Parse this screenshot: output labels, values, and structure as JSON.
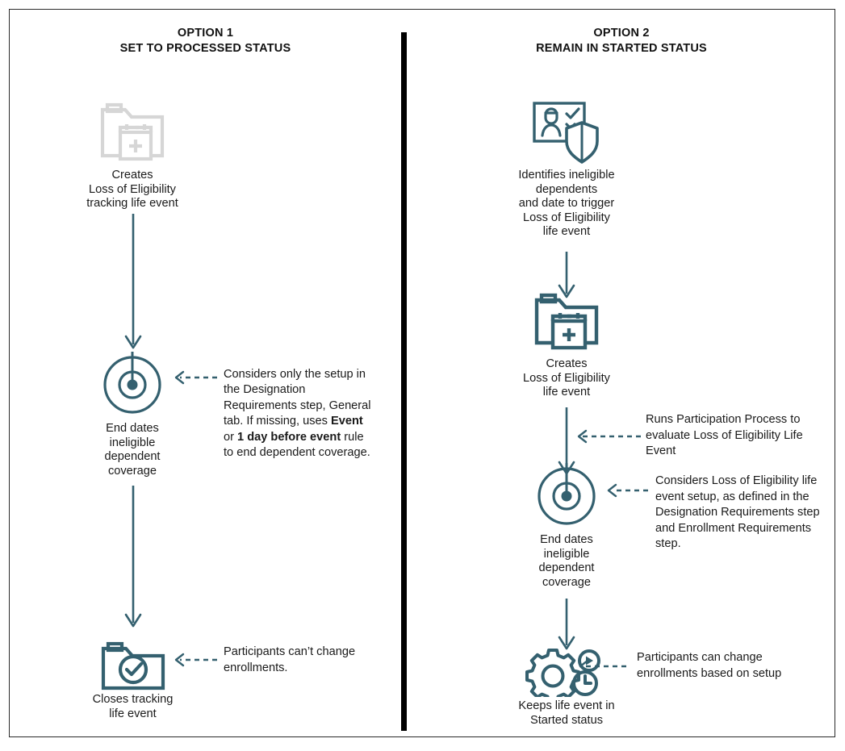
{
  "theme": {
    "accent": "#34606f",
    "muted_icon": "#d6d6d6",
    "text": "#1a1a1a",
    "divider": "#000000",
    "border": "#2b2b2b"
  },
  "columns": [
    {
      "id": "option-1",
      "title_line1": "OPTION 1",
      "title_line2": "SET TO PROCESSED STATUS",
      "nodes": [
        {
          "id": "creates-tracking-event",
          "icon": "folder-calendar-plus-icon",
          "icon_state": "muted",
          "label": "Creates\nLoss of Eligibility\ntracking life event"
        },
        {
          "id": "end-dates-coverage",
          "icon": "target-circle-icon",
          "icon_state": "accent",
          "label": "End dates\nineligible\ndependent\ncoverage"
        },
        {
          "id": "closes-tracking-event",
          "icon": "folder-check-icon",
          "icon_state": "accent",
          "label": "Closes tracking\nlife event"
        }
      ],
      "annotations": [
        {
          "id": "designation-setup-note",
          "target": "end-dates-coverage",
          "segments": [
            {
              "text": "Considers only the setup in the Designation Requirements step, General tab. If missing, uses ",
              "bold": false
            },
            {
              "text": "Event",
              "bold": true
            },
            {
              "text": " or ",
              "bold": false
            },
            {
              "text": "1 day before event",
              "bold": true
            },
            {
              "text": " rule to end dependent coverage.",
              "bold": false
            }
          ]
        },
        {
          "id": "no-enrollment-change-note",
          "target": "closes-tracking-event",
          "segments": [
            {
              "text": "Participants can’t change enrollments.",
              "bold": false
            }
          ]
        }
      ]
    },
    {
      "id": "option-2",
      "title_line1": "OPTION 2",
      "title_line2": "REMAIN IN STARTED STATUS",
      "nodes": [
        {
          "id": "identifies-ineligible-dependents",
          "icon": "person-badge-shield-icon",
          "icon_state": "accent",
          "label": "Identifies ineligible\ndependents\nand date to trigger\nLoss of Eligibility\nlife event"
        },
        {
          "id": "creates-life-event",
          "icon": "folder-calendar-plus-icon",
          "icon_state": "accent",
          "label": "Creates\nLoss of Eligibility\nlife event"
        },
        {
          "id": "end-dates-coverage-2",
          "icon": "target-circle-icon",
          "icon_state": "accent",
          "label": "End dates\nineligible\ndependent\ncoverage"
        },
        {
          "id": "keeps-life-event-started",
          "icon": "gears-play-clock-icon",
          "icon_state": "accent",
          "label": "Keeps life event in\nStarted status"
        }
      ],
      "annotations": [
        {
          "id": "participation-process-note",
          "target": "connector-creates-to-enddates",
          "segments": [
            {
              "text": "Runs Participation Process to evaluate Loss of Eligibility Life Event",
              "bold": false
            }
          ]
        },
        {
          "id": "life-event-setup-note",
          "target": "end-dates-coverage-2",
          "segments": [
            {
              "text": "Considers Loss of Eligibility life event setup, as defined in the Designation Requirements step and Enrollment Requirements step.",
              "bold": false
            }
          ]
        },
        {
          "id": "can-change-enrollments-note",
          "target": "keeps-life-event-started",
          "segments": [
            {
              "text": "Participants can change enrollments based on setup",
              "bold": false
            }
          ]
        }
      ]
    }
  ]
}
